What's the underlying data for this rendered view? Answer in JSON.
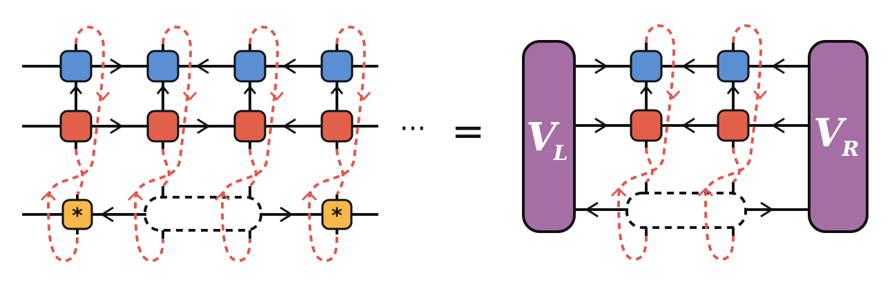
{
  "diagram": {
    "ellipsis": "···",
    "equals": "=",
    "left_env_label": "V",
    "left_env_sub": "L",
    "right_env_label": "V",
    "right_env_sub": "R",
    "star_symbol": "*"
  },
  "colors": {
    "blue_tensor": "#5b8fd3",
    "red_tensor": "#e2604a",
    "yellow_tensor": "#f5b84b",
    "purple_env": "#a56fa5",
    "dashed_line": "#e2574c",
    "solid_line": "#111111"
  }
}
